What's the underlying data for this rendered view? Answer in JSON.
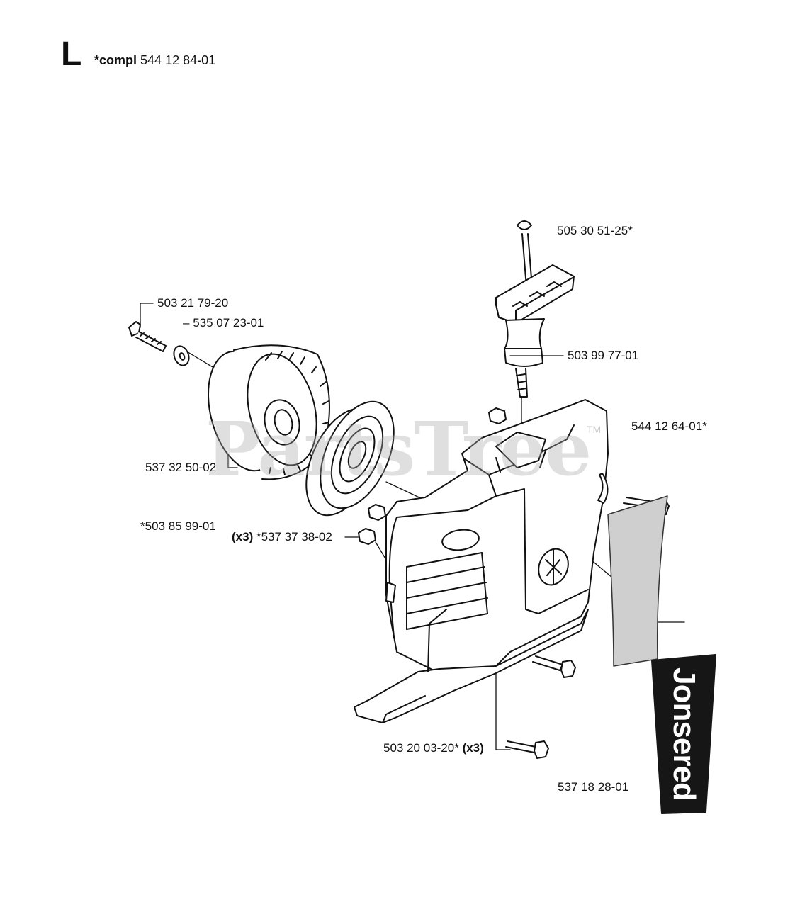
{
  "header": {
    "section_letter": "L",
    "compl_prefix": "*compl",
    "compl_number": "544 12 84-01"
  },
  "parts": {
    "cord": "505 30 51-25*",
    "screw_top": "503 21 79-20",
    "washer": "535 07 23-01",
    "handle_grip": "503 99 77-01",
    "cover": "544 12 64-01*",
    "pulley": "537 32 50-02",
    "spring": "*503 85 99-01",
    "pawl_qty": "(x3)",
    "pawl": "*537 37 38-02",
    "screw_bottom": "503 20 03-20*",
    "screw_bottom_qty": "(x3)",
    "decal": "537 18 28-01"
  },
  "watermark": {
    "text": "PartsTree",
    "tm": "TM"
  },
  "brand": {
    "name": "Jonsered"
  }
}
